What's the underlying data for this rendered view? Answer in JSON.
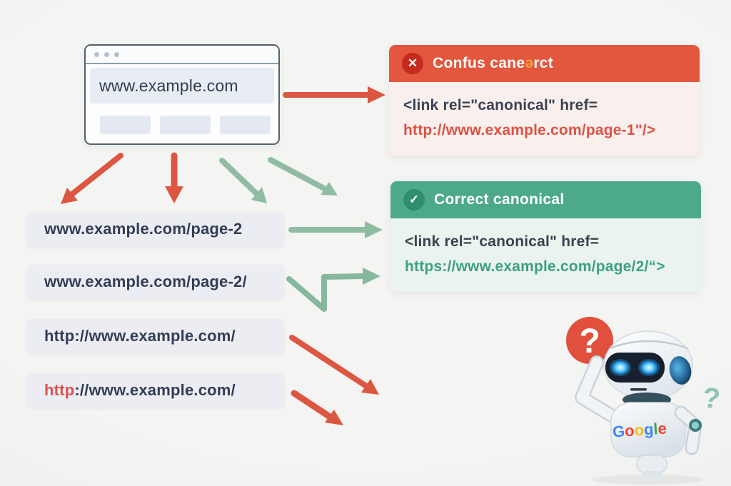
{
  "diagram": {
    "browser_window": {
      "address": "www.example.com",
      "window_dots": 3
    },
    "url_variants": [
      {
        "prefix": "",
        "text": "www.example.com/page-2"
      },
      {
        "prefix": "",
        "text": "www.example.com/page-2/"
      },
      {
        "prefix": "",
        "text": "http://www.example.com/"
      },
      {
        "prefix": "http",
        "text": "://www.example.com/"
      }
    ],
    "confusing_panel": {
      "icon_glyph": "✕",
      "title_part1": "Confus cane",
      "title_accent": "ə",
      "title_part2": "rct",
      "code_line1": "<link rel=\"canonical\" href=",
      "code_line2": "http://www.example.com/page-1\"/>"
    },
    "correct_panel": {
      "icon_glyph": "✓",
      "title": "Correct canonical",
      "code_line1": "<link rel=\"canonical\" href=",
      "code_line2": "https://www.example.com/page/2/“>"
    },
    "robot": {
      "question_badge": "?",
      "floating_question": "?",
      "brand_letters": [
        {
          "ch": "G",
          "color": "#4285F4"
        },
        {
          "ch": "o",
          "color": "#EA4335"
        },
        {
          "ch": "o",
          "color": "#FBBC05"
        },
        {
          "ch": "g",
          "color": "#4285F4"
        },
        {
          "ch": "l",
          "color": "#34A853"
        },
        {
          "ch": "e",
          "color": "#EA4335"
        }
      ]
    },
    "colors": {
      "error_header": "#E2573E",
      "error_badge": "#C52A1D",
      "error_body": "#F9EFED",
      "error_url": "#DD5244",
      "success_header": "#4CA98A",
      "success_badge": "#2F8E6B",
      "success_body": "#EAF3EE",
      "success_url": "#3DA17D",
      "arrow_red": "#DC5742",
      "arrow_green": "#90BCA4",
      "code_text": "#3B4251",
      "pill_background": "#ECEDF3",
      "pill_text": "#333E55",
      "title_accent_orange": "#F2A43C"
    }
  }
}
